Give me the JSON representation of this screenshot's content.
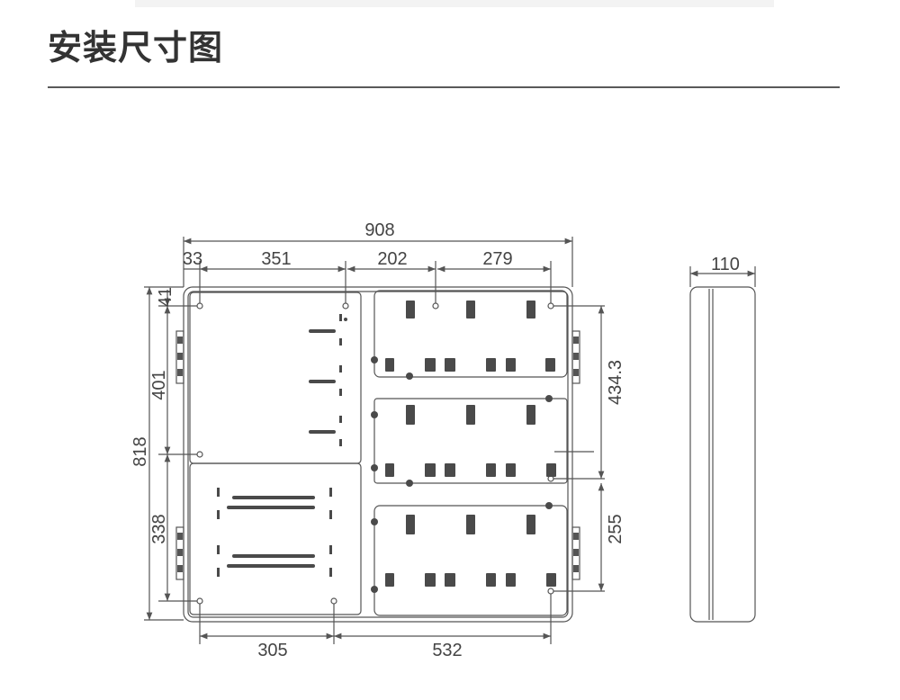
{
  "header": {
    "title": "安装尺寸图"
  },
  "dimensions": {
    "overall_width": "908",
    "left_margin": "33",
    "left_span": "351",
    "middle_span": "202",
    "right_span": "279",
    "top_offset": "41",
    "upper_height": "401",
    "total_height": "818",
    "lower_height": "338",
    "bottom_left": "305",
    "bottom_right": "532",
    "right_upper": "434.3",
    "right_lower": "255",
    "depth": "110"
  }
}
